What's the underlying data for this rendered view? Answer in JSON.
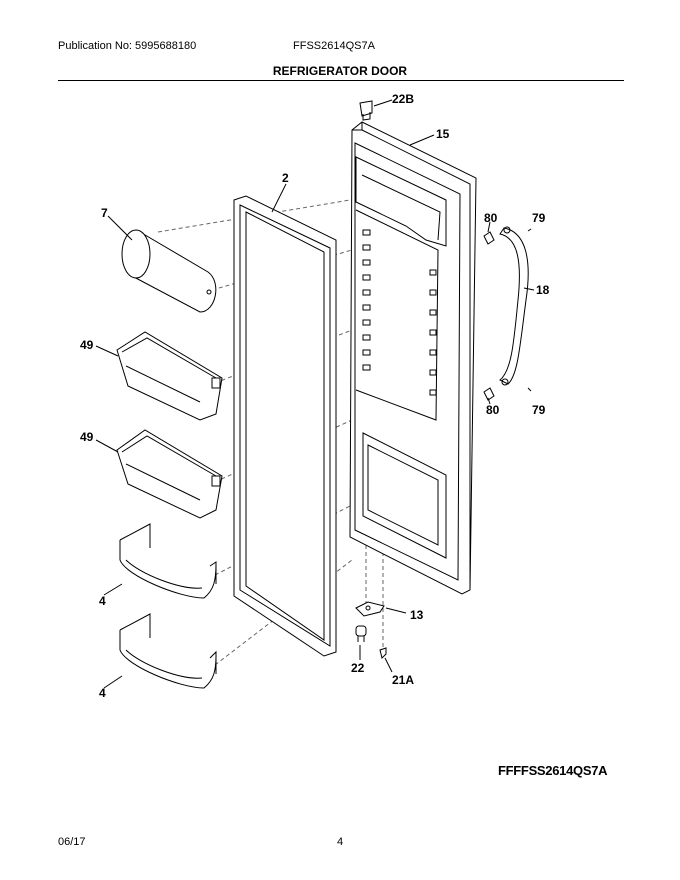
{
  "header": {
    "publication": "Publication No: 5995688180",
    "model": "FFSS2614QS7A"
  },
  "title": "REFRIGERATOR DOOR",
  "model_stamp": "FFFFSS2614QS7A",
  "footer": {
    "date": "06/17",
    "page": "4"
  },
  "callouts": {
    "p22b": "22B",
    "p15": "15",
    "p2": "2",
    "p7": "7",
    "p80a": "80",
    "p79a": "79",
    "p18": "18",
    "p49a": "49",
    "p80b": "80",
    "p79b": "79",
    "p49b": "49",
    "p4a": "4",
    "p13": "13",
    "p22": "22",
    "p21a": "21A",
    "p4b": "4"
  }
}
